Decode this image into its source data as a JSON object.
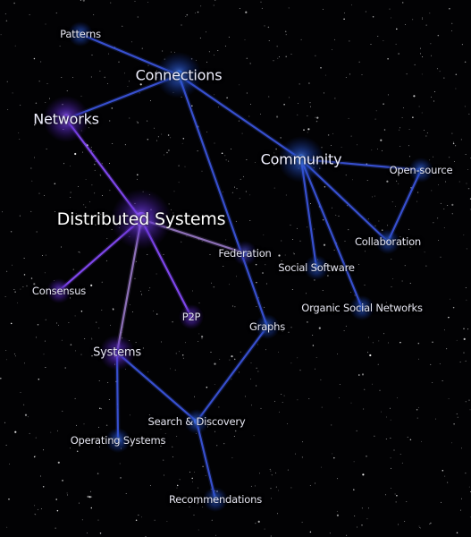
{
  "graph": {
    "nodes": [
      {
        "id": "patterns",
        "label": "Patterns",
        "size": "leaf",
        "color": "#4a7bff"
      },
      {
        "id": "connections",
        "label": "Connections",
        "size": "hub-l",
        "color": "#3d7dff"
      },
      {
        "id": "networks",
        "label": "Networks",
        "size": "hub-l",
        "color": "#8a4dff"
      },
      {
        "id": "community",
        "label": "Community",
        "size": "hub-l",
        "color": "#3d7dff"
      },
      {
        "id": "open-source",
        "label": "Open-source",
        "size": "leaf",
        "color": "#4a7bff"
      },
      {
        "id": "distributed-systems",
        "label": "Distributed Systems",
        "size": "hub-xl",
        "color": "#8f55ff"
      },
      {
        "id": "collaboration",
        "label": "Collaboration",
        "size": "leaf",
        "color": "#4a7bff"
      },
      {
        "id": "federation",
        "label": "Federation",
        "size": "leaf",
        "color": "#5a6cff"
      },
      {
        "id": "social-software",
        "label": "Social Software",
        "size": "leaf",
        "color": "#4a7bff"
      },
      {
        "id": "consensus",
        "label": "Consensus",
        "size": "leaf",
        "color": "#8a4dff"
      },
      {
        "id": "organic-social-networks",
        "label": "Organic Social Networks",
        "size": "leaf",
        "color": "#4a7bff"
      },
      {
        "id": "p2p",
        "label": "P2P",
        "size": "leaf",
        "color": "#8a4dff"
      },
      {
        "id": "graphs",
        "label": "Graphs",
        "size": "leaf",
        "color": "#4a7bff"
      },
      {
        "id": "systems",
        "label": "Systems",
        "size": "hub-m",
        "color": "#7a4dff"
      },
      {
        "id": "search-discovery",
        "label": "Search & Discovery",
        "size": "leaf",
        "color": "#4a7bff"
      },
      {
        "id": "operating-systems",
        "label": "Operating Systems",
        "size": "leaf",
        "color": "#4a7bff"
      },
      {
        "id": "recommendations",
        "label": "Recommendations",
        "size": "leaf",
        "color": "#4a7bff"
      }
    ],
    "edges": [
      {
        "from": "patterns",
        "to": "connections",
        "color": "#3c57e0"
      },
      {
        "from": "connections",
        "to": "networks",
        "color": "#3c57e0"
      },
      {
        "from": "connections",
        "to": "community",
        "color": "#3c57e0"
      },
      {
        "from": "connections",
        "to": "graphs",
        "color": "#3c57e0"
      },
      {
        "from": "networks",
        "to": "distributed-systems",
        "color": "#8a4dff"
      },
      {
        "from": "community",
        "to": "open-source",
        "color": "#3c57e0"
      },
      {
        "from": "community",
        "to": "collaboration",
        "color": "#3c57e0"
      },
      {
        "from": "community",
        "to": "social-software",
        "color": "#3c57e0"
      },
      {
        "from": "community",
        "to": "organic-social-networks",
        "color": "#3c57e0"
      },
      {
        "from": "open-source",
        "to": "collaboration",
        "color": "#3c57e0"
      },
      {
        "from": "distributed-systems",
        "to": "federation",
        "color": "#9a7ac8"
      },
      {
        "from": "distributed-systems",
        "to": "consensus",
        "color": "#8a4dff"
      },
      {
        "from": "distributed-systems",
        "to": "p2p",
        "color": "#8a4dff"
      },
      {
        "from": "distributed-systems",
        "to": "systems",
        "color": "#9a7ac8"
      },
      {
        "from": "graphs",
        "to": "search-discovery",
        "color": "#3c57e0"
      },
      {
        "from": "systems",
        "to": "search-discovery",
        "color": "#3c57e0"
      },
      {
        "from": "systems",
        "to": "operating-systems",
        "color": "#3c57e0"
      },
      {
        "from": "search-discovery",
        "to": "recommendations",
        "color": "#3c57e0"
      }
    ]
  }
}
